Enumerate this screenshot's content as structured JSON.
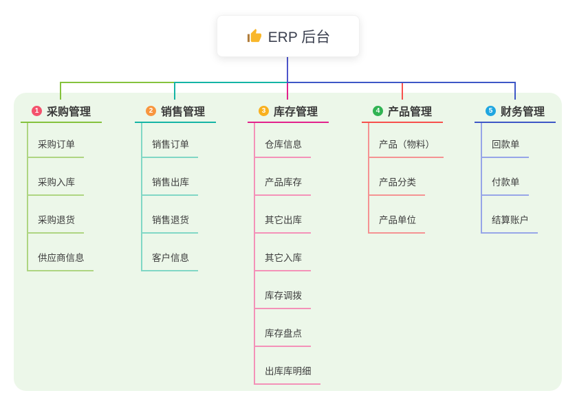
{
  "root": {
    "title": "ERP 后台",
    "icon": "thumbs-up",
    "icon_color": "#f9b72b",
    "connector_color": "#4d55cb"
  },
  "panel": {
    "background": "#ecf7e9"
  },
  "branches": [
    {
      "index": "1",
      "label": "采购管理",
      "badge_color": "#f4526d",
      "line_color": "#85c23d",
      "child_line_color": "#aed581",
      "children": [
        "采购订单",
        "采购入库",
        "采购退货",
        "供应商信息"
      ]
    },
    {
      "index": "2",
      "label": "销售管理",
      "badge_color": "#f8963f",
      "line_color": "#14b4a5",
      "child_line_color": "#80d7c5",
      "children": [
        "销售订单",
        "销售出库",
        "销售退货",
        "客户信息"
      ]
    },
    {
      "index": "3",
      "label": "库存管理",
      "badge_color": "#f9b01e",
      "line_color": "#e2218c",
      "child_line_color": "#f491b8",
      "children": [
        "仓库信息",
        "产品库存",
        "其它出库",
        "其它入库",
        "库存调拨",
        "库存盘点",
        "出库库明细"
      ]
    },
    {
      "index": "4",
      "label": "产品管理",
      "badge_color": "#31b353",
      "line_color": "#f7504c",
      "child_line_color": "#f59292",
      "children": [
        "产品（物料）",
        "产品分类",
        "产品单位"
      ]
    },
    {
      "index": "5",
      "label": "财务管理",
      "badge_color": "#1fa6e0",
      "line_color": "#3d56c6",
      "child_line_color": "#96a5e8",
      "children": [
        "回款单",
        "付款单",
        "结算账户"
      ]
    }
  ]
}
